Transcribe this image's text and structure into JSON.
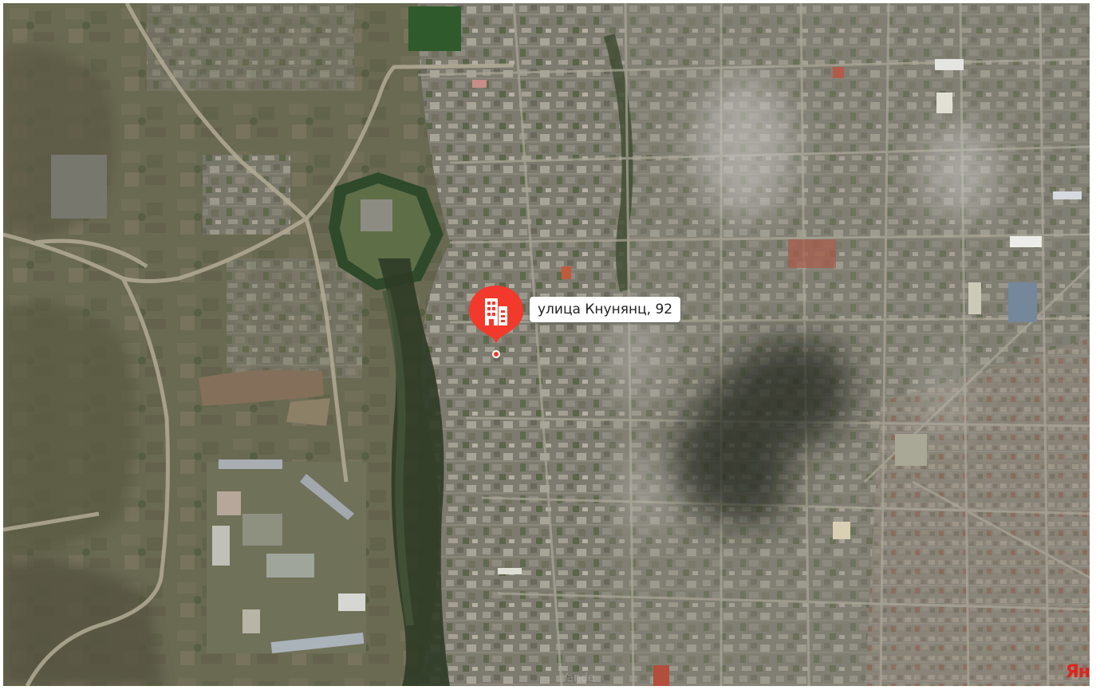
{
  "map": {
    "type": "satellite",
    "marker": {
      "icon": "building-icon",
      "color": "#f2392b",
      "label": "улица Кнунянц, 92"
    },
    "logo": {
      "part1": "Ян",
      "color": "#e2231a"
    }
  }
}
